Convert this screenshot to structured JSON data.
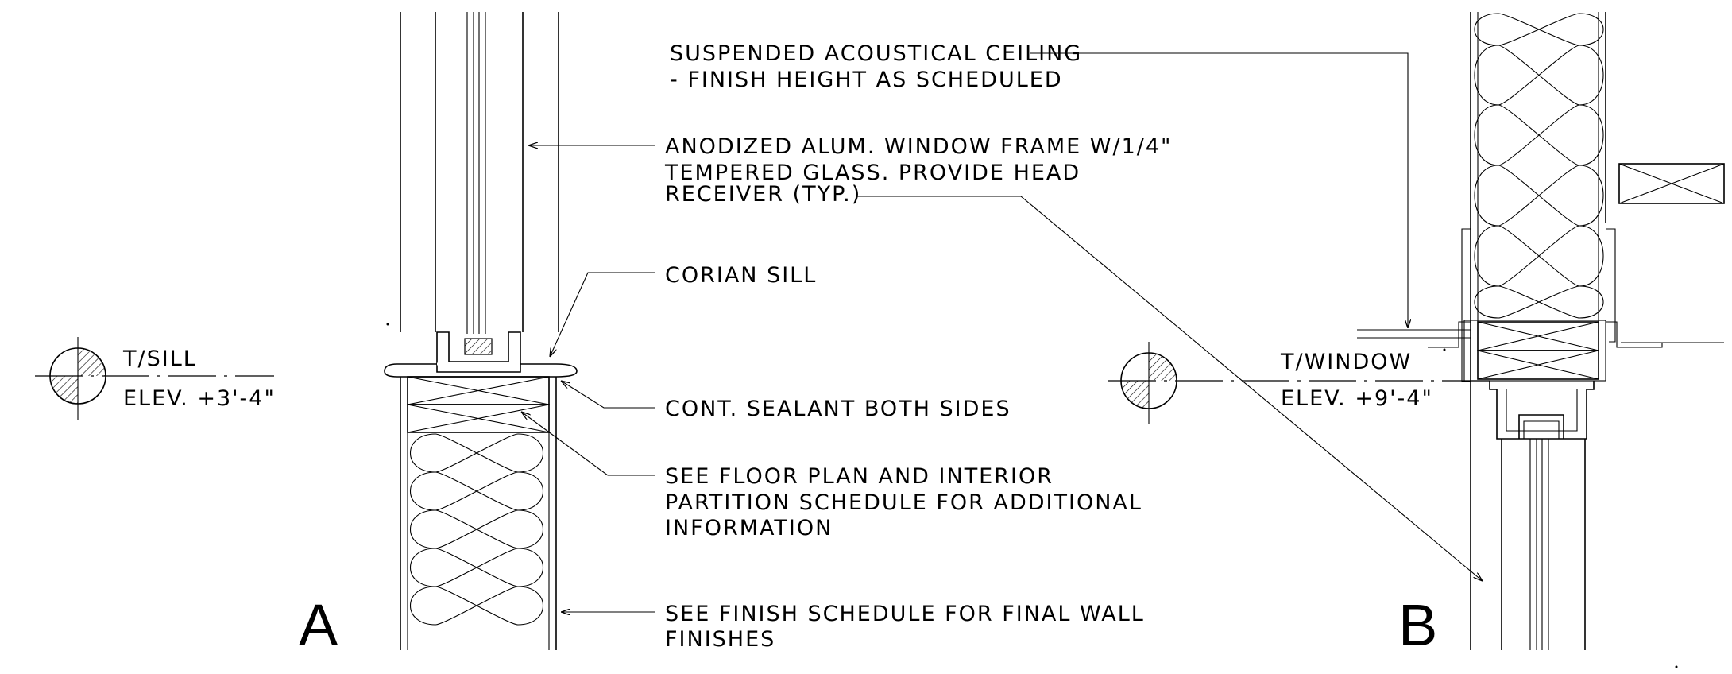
{
  "detail_a": {
    "label": "A",
    "level": {
      "line1": "T/SILL",
      "line2": "ELEV. +3'-4\""
    },
    "notes": {
      "frame": [
        "ANODIZED ALUM. WINDOW FRAME W/1/4\"",
        "TEMPERED GLASS. PROVIDE HEAD",
        "RECEIVER (TYP.)"
      ],
      "sill": [
        "CORIAN SILL"
      ],
      "sealant": [
        "CONT. SEALANT BOTH SIDES"
      ],
      "floor_plan": [
        "SEE FLOOR PLAN AND INTERIOR",
        "PARTITION SCHEDULE FOR ADDITIONAL",
        "INFORMATION"
      ],
      "finish": [
        "SEE FINISH SCHEDULE FOR FINAL WALL",
        "FINISHES"
      ]
    }
  },
  "detail_b": {
    "label": "B",
    "level": {
      "line1": "T/WINDOW",
      "line2": "ELEV. +9'-4\""
    },
    "notes": {
      "ceiling": [
        "SUSPENDED ACOUSTICAL CEILING",
        "- FINISH HEIGHT AS SCHEDULED"
      ]
    }
  }
}
